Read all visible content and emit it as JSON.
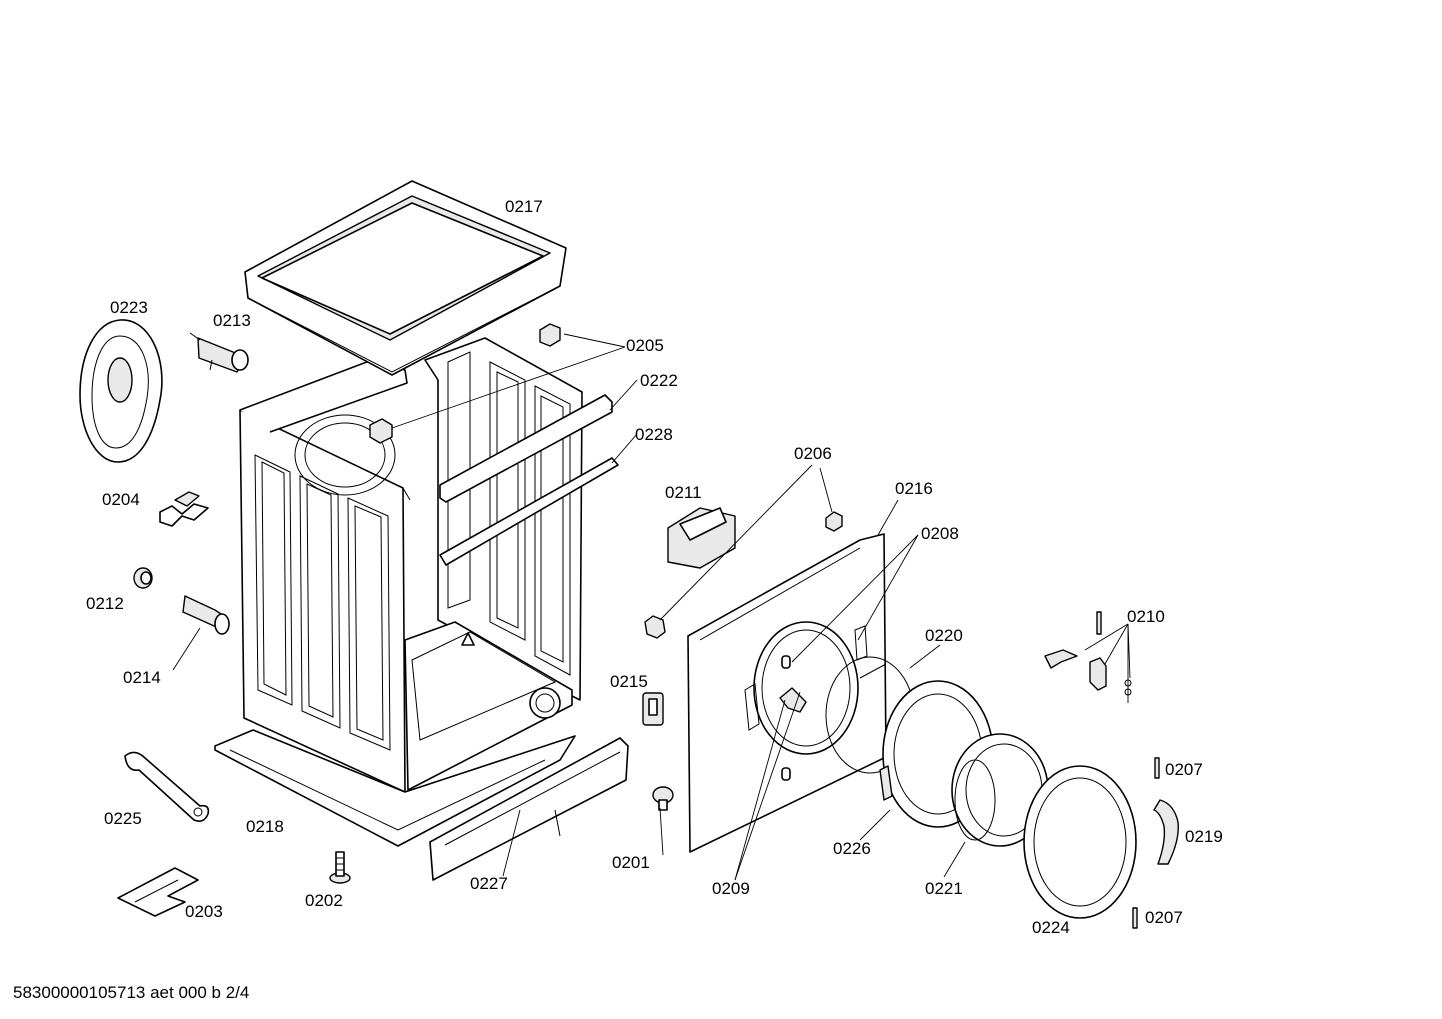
{
  "colors": {
    "line": "#000000",
    "fill": "#ffffff",
    "shade": "#e9e9e9",
    "dark": "#cfcfcf"
  },
  "labels": {
    "p0217": "0217",
    "p0223": "0223",
    "p0213": "0213",
    "p0205": "0205",
    "p0222": "0222",
    "p0228": "0228",
    "p0204": "0204",
    "p0206": "0206",
    "p0211": "0211",
    "p0216": "0216",
    "p0208": "0208",
    "p0212": "0212",
    "p0214": "0214",
    "p0210": "0210",
    "p0220": "0220",
    "p0215": "0215",
    "p0207a": "0207",
    "p0225": "0225",
    "p0218": "0218",
    "p0219": "0219",
    "p0201": "0201",
    "p0226": "0226",
    "p0227": "0227",
    "p0209": "0209",
    "p0221": "0221",
    "p0203": "0203",
    "p0202": "0202",
    "p0224": "0224",
    "p0207b": "0207"
  },
  "footer": "58300000105713 aet 000 b 2/4"
}
